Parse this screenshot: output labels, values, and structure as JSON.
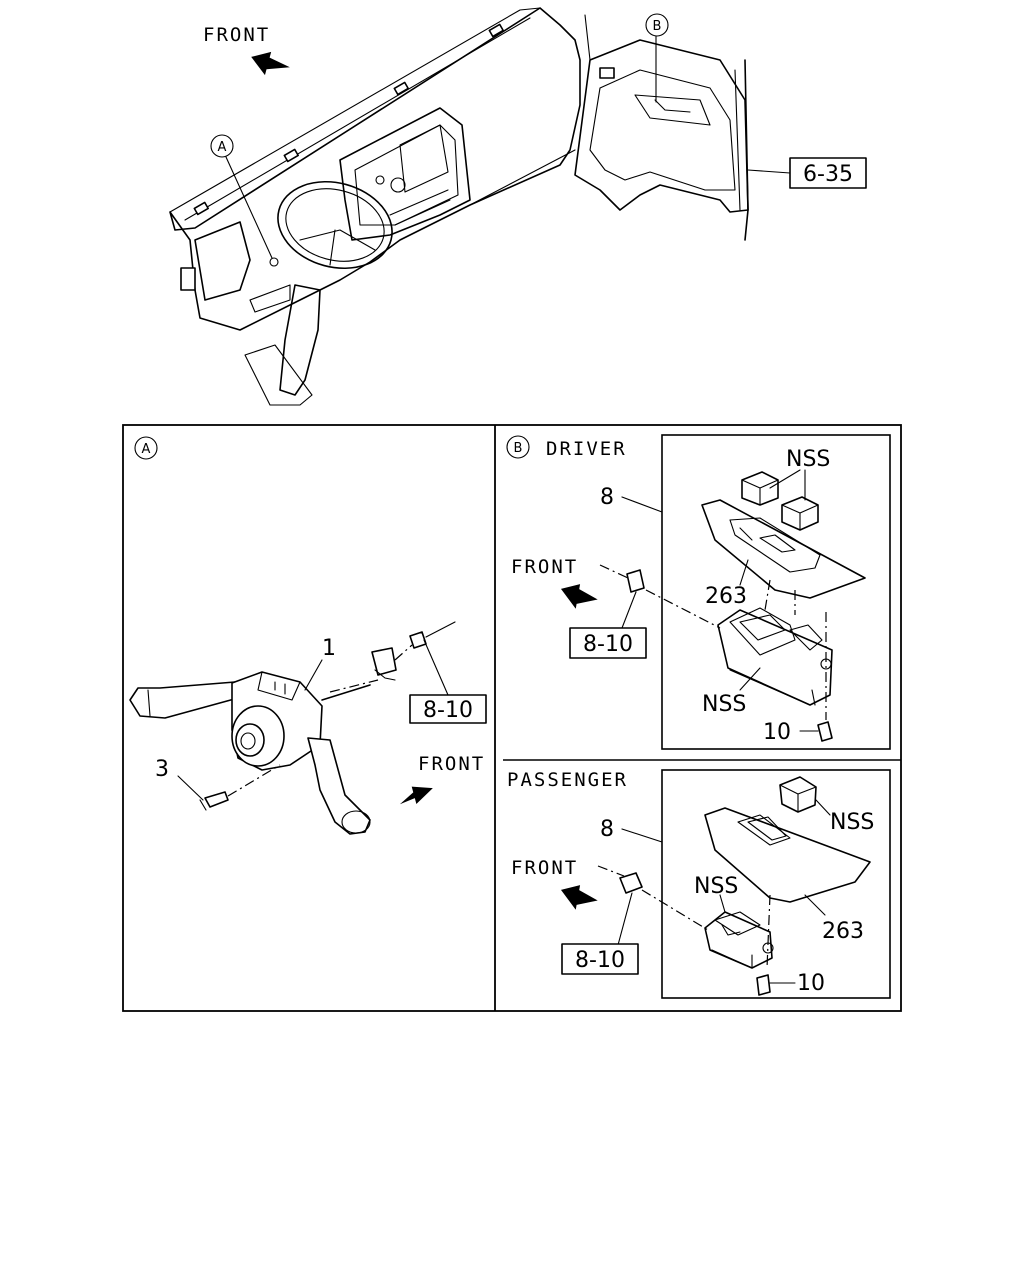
{
  "overview": {
    "front_label": "FRONT",
    "callout_a": "A",
    "callout_b": "B",
    "ref_box": "6-35"
  },
  "panel_a": {
    "callout": "A",
    "part_1": "1",
    "part_3": "3",
    "ref_box": "8-10",
    "front_label": "FRONT"
  },
  "panel_b_driver": {
    "callout": "B",
    "title": "DRIVER",
    "part_8": "8",
    "part_263": "263",
    "part_10": "10",
    "nss_upper": "NSS",
    "nss_lower": "NSS",
    "front_label": "FRONT",
    "ref_box": "8-10"
  },
  "panel_b_passenger": {
    "title": "PASSENGER",
    "part_8": "8",
    "part_263": "263",
    "part_10": "10",
    "nss_upper": "NSS",
    "nss_lower": "NSS",
    "front_label": "FRONT",
    "ref_box": "8-10"
  }
}
